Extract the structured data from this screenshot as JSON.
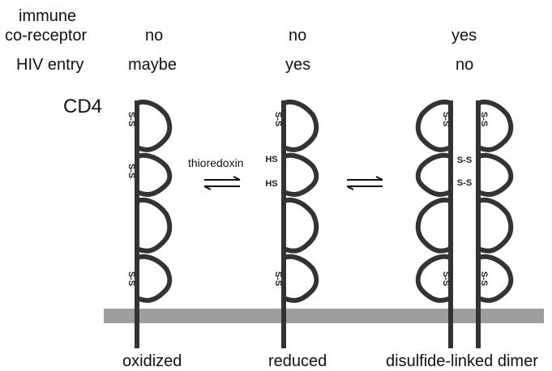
{
  "header": {
    "row1_label_line1": "immune",
    "row1_label_line2": "co-receptor",
    "row2_label": "HIV entry",
    "protein_label": "CD4"
  },
  "columns": [
    {
      "state": "oxidized",
      "co_receptor": "no",
      "hiv_entry": "maybe"
    },
    {
      "state": "reduced",
      "co_receptor": "no",
      "hiv_entry": "yes"
    },
    {
      "state": "disulfide-linked dimer",
      "co_receptor": "yes",
      "hiv_entry": "no"
    }
  ],
  "reaction": {
    "enzyme": "thioredoxin"
  },
  "bond_labels": {
    "disulfide": "S-S",
    "thiol": "HS"
  },
  "colors": {
    "protein": "#333333",
    "membrane": "#9e9e9e",
    "text": "#111111"
  }
}
